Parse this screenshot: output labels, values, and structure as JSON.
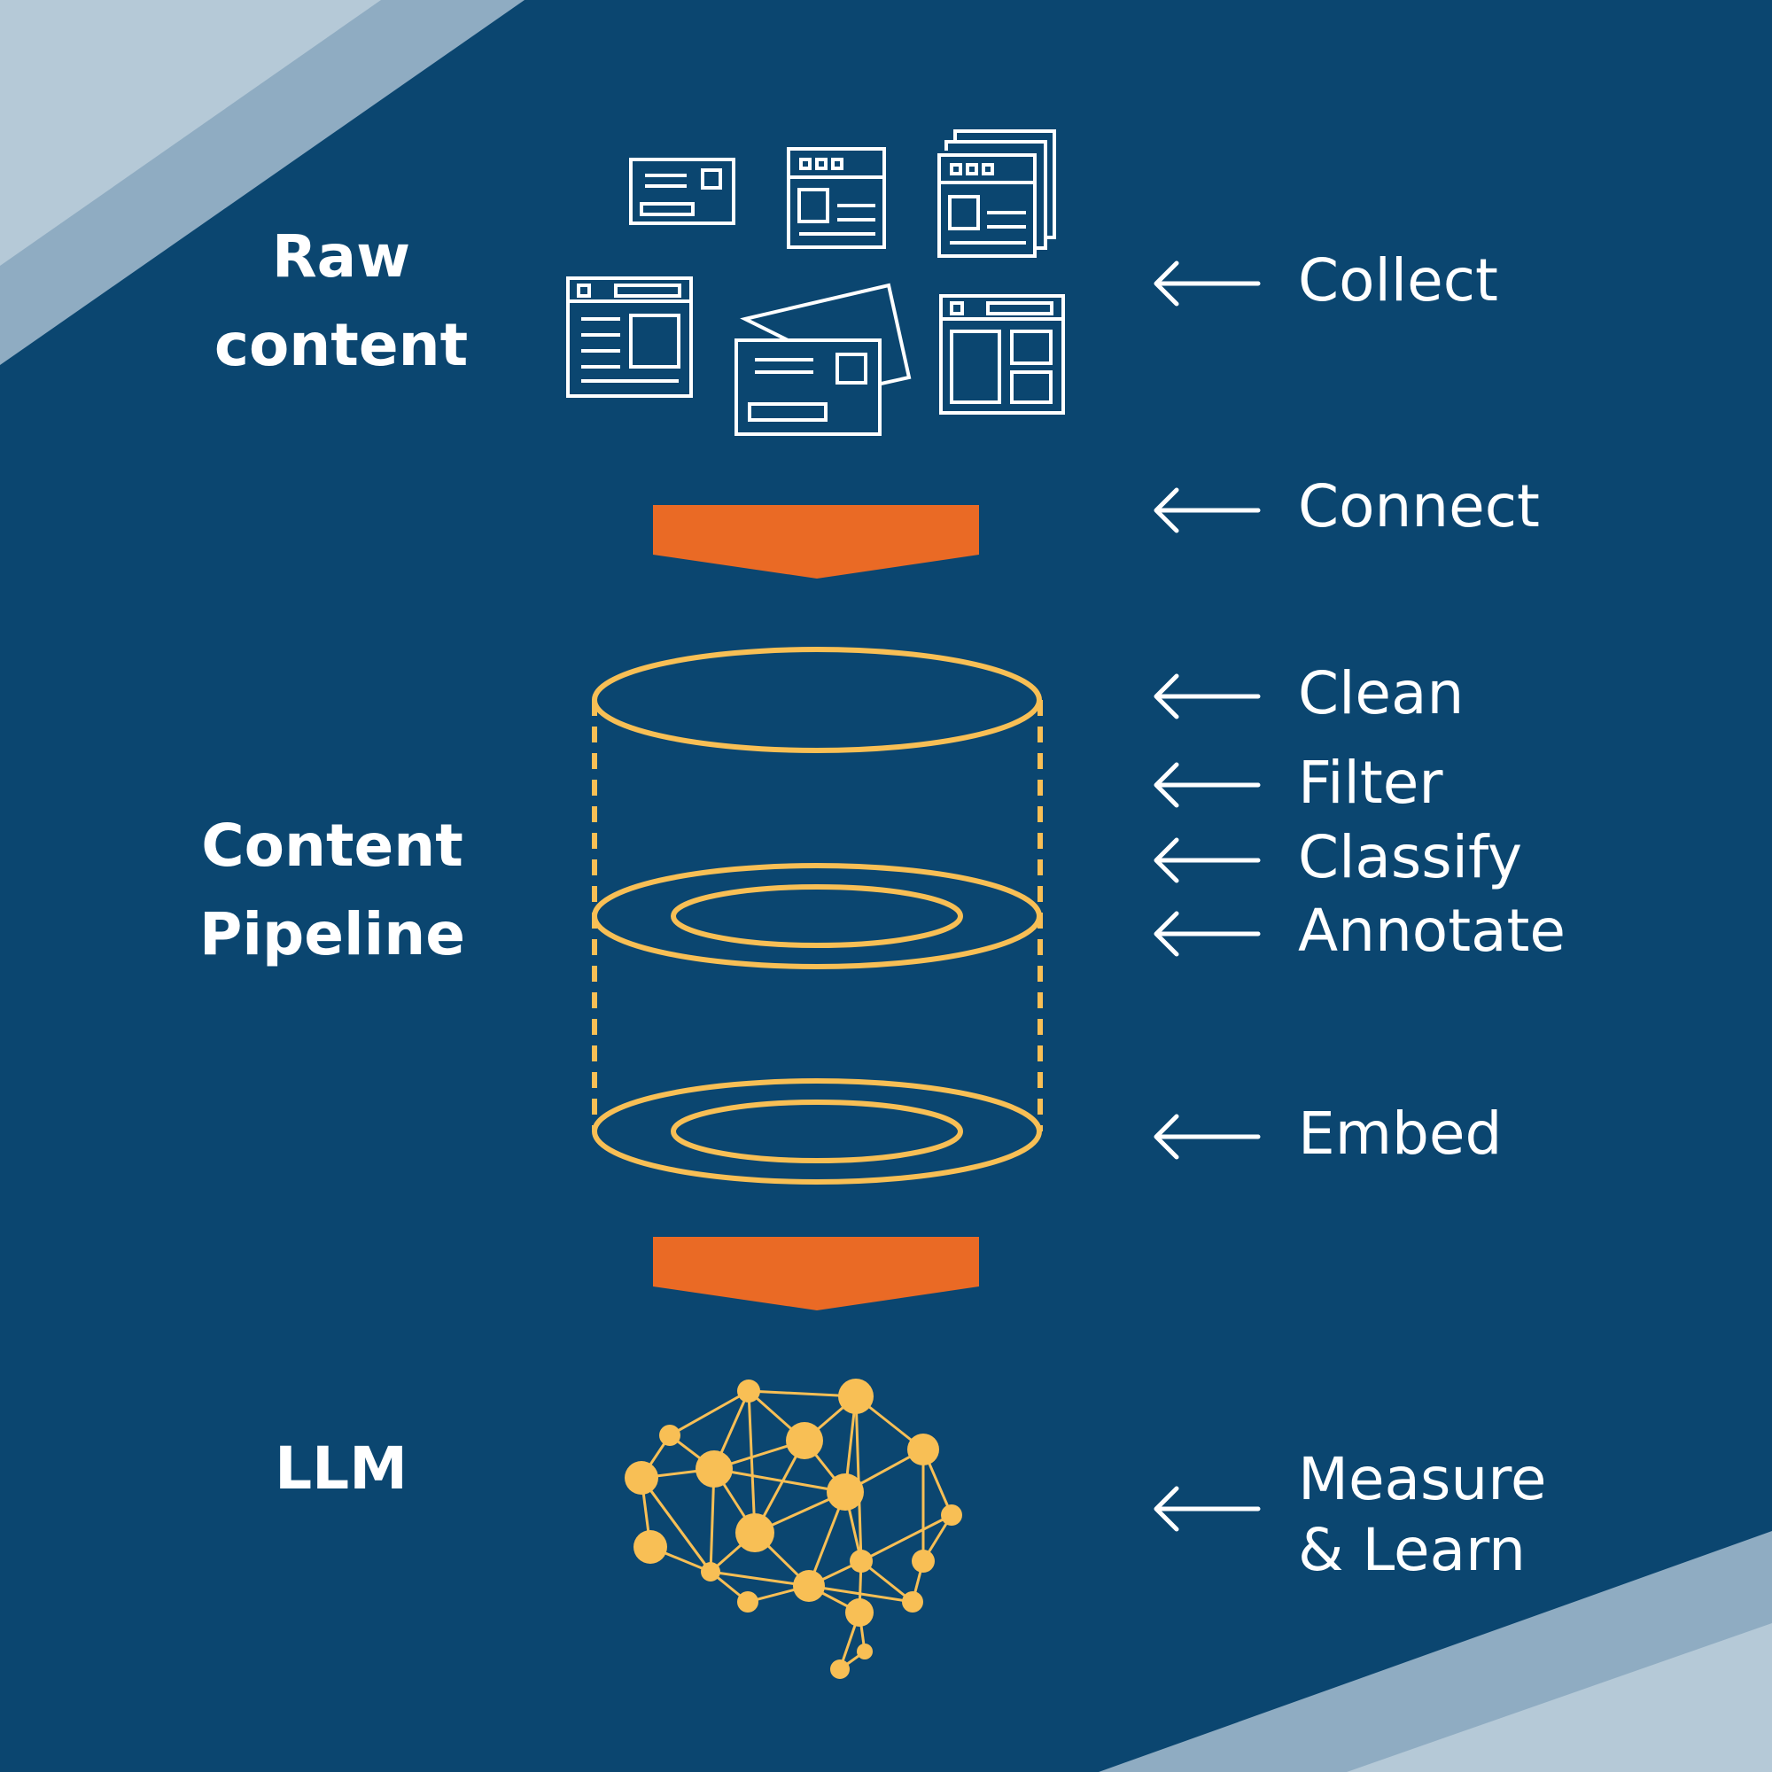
{
  "stages": {
    "raw": {
      "line1": "Raw",
      "line2": "content"
    },
    "pipeline": {
      "line1": "Content",
      "line2": "Pipeline"
    },
    "llm": {
      "line1": "LLM"
    }
  },
  "steps": {
    "collect": "Collect",
    "connect": "Connect",
    "clean": "Clean",
    "filter": "Filter",
    "classify": "Classify",
    "annotate": "Annotate",
    "embed": "Embed",
    "measure_line1": "Measure",
    "measure_line2": "& Learn"
  },
  "icons": {
    "documents": "document-icons",
    "funnel": "chevron-down-icon",
    "cylinder": "database-cylinder-icon",
    "brain": "neural-network-brain-icon",
    "arrow": "arrow-left-icon"
  },
  "colors": {
    "background": "#0b4670",
    "orange": "#ea6a25",
    "yellow": "#f8bf55",
    "corner_light": "#b5c9d7",
    "corner_mid": "#8facc2"
  }
}
